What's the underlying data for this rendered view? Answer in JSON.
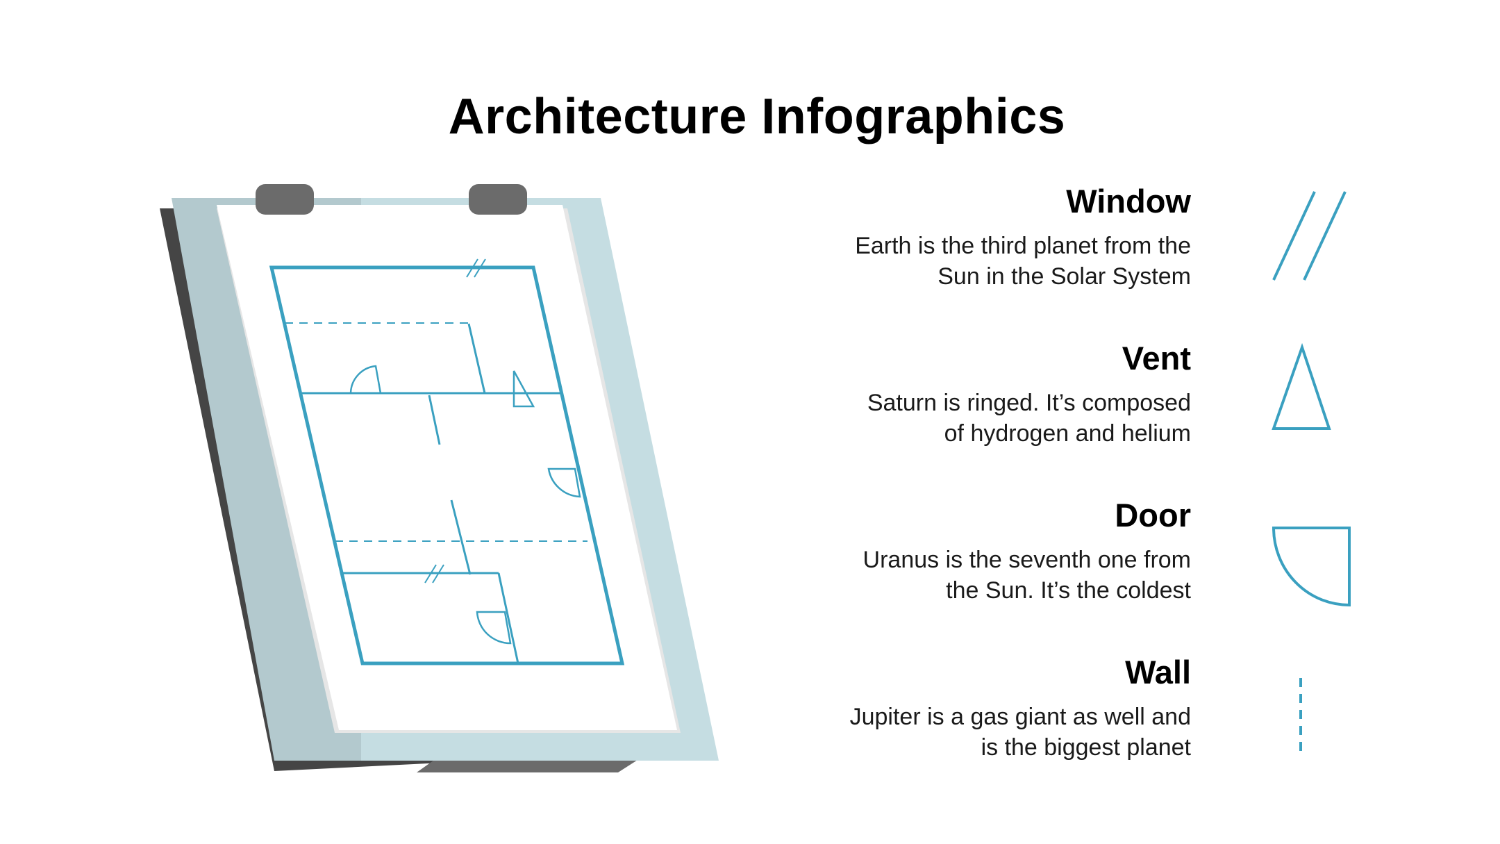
{
  "page": {
    "title": "Architecture Infographics"
  },
  "colors": {
    "accent": "#3aa0c0",
    "board_dark": "#454545",
    "board_light": "#c5dde2",
    "board_mid": "#b3c9ce",
    "clip": "#6b6b6b",
    "paper": "#ffffff"
  },
  "legend": [
    {
      "title": "Window",
      "description_line1": "Earth is the third planet from the",
      "description_line2": "Sun in the Solar System",
      "icon": "window-symbol-icon"
    },
    {
      "title": "Vent",
      "description_line1": "Saturn is ringed. It’s composed",
      "description_line2": "of hydrogen and helium",
      "icon": "vent-symbol-icon"
    },
    {
      "title": "Door",
      "description_line1": "Uranus is the seventh one from",
      "description_line2": "the Sun. It’s the coldest",
      "icon": "door-symbol-icon"
    },
    {
      "title": "Wall",
      "description_line1": "Jupiter is a gas giant as well and",
      "description_line2": "is the biggest planet",
      "icon": "wall-symbol-icon"
    }
  ]
}
